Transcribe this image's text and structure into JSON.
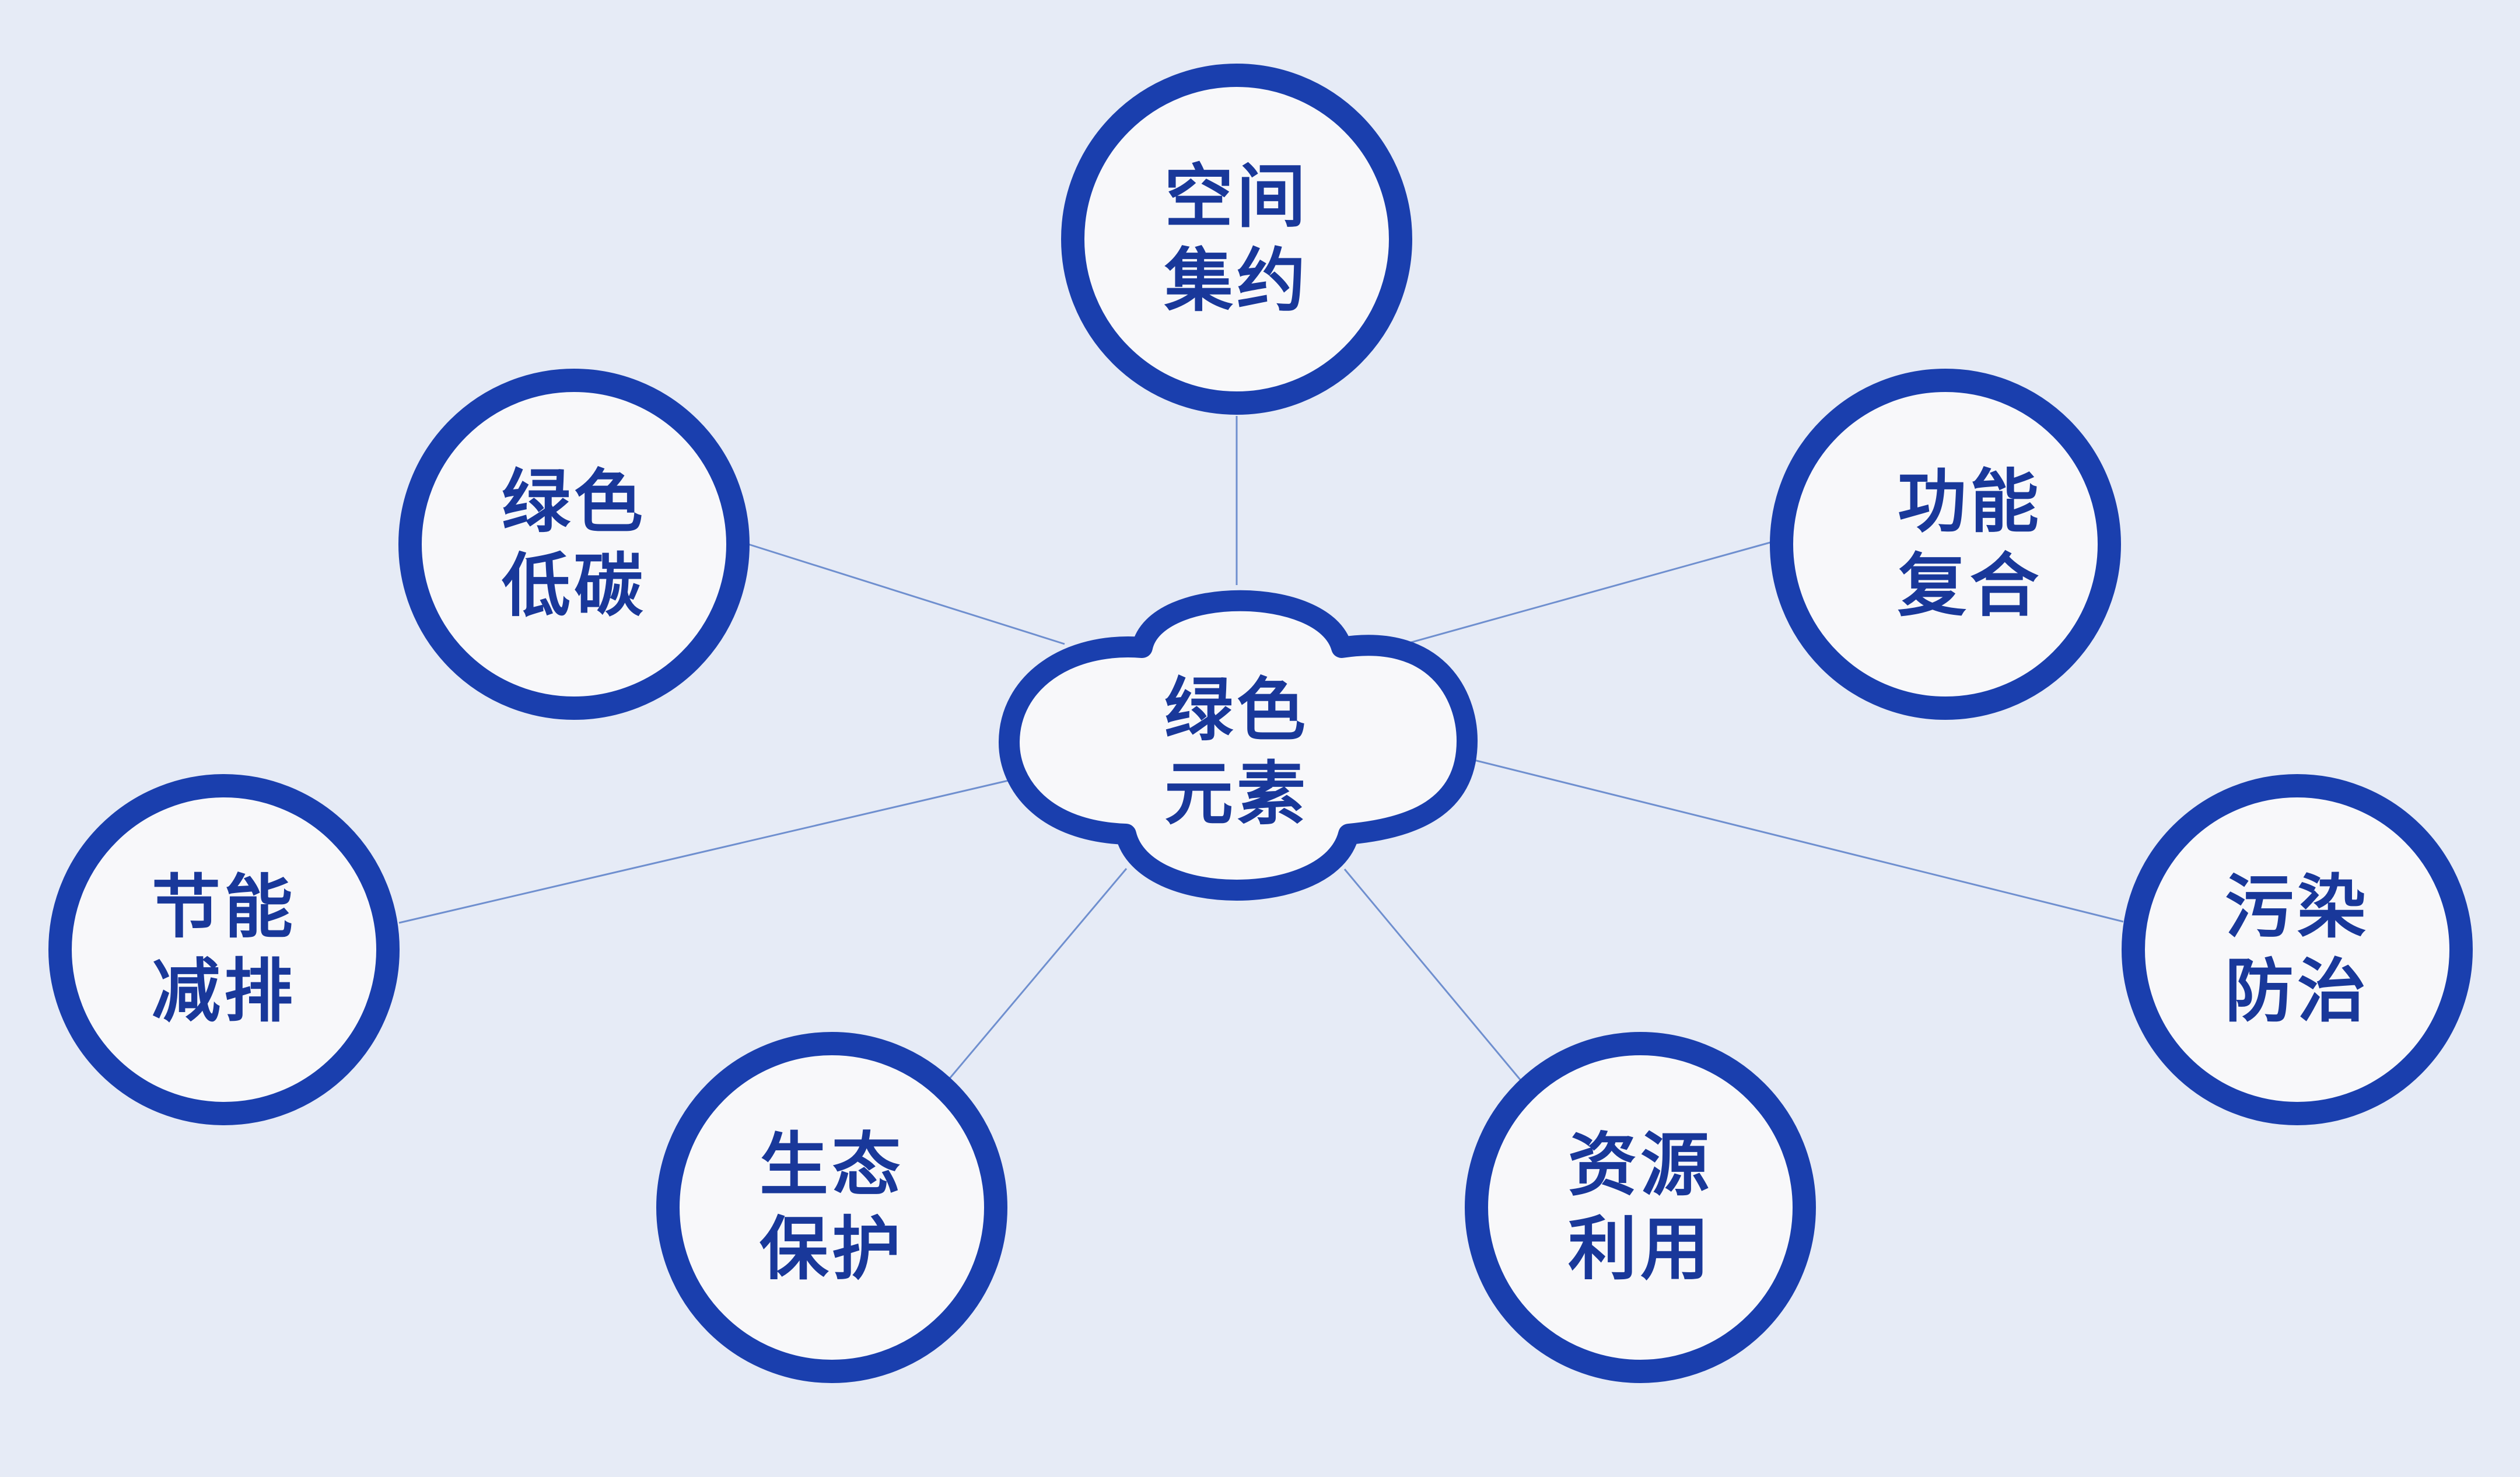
{
  "colors": {
    "background": "#e6ebf6",
    "node_ring": "#1a3fae",
    "node_fill": "#f8f8fa",
    "text": "#19389a",
    "connector": "#6f8fcf"
  },
  "center": {
    "shape": "cloud",
    "line1": "绿色",
    "line2": "元素"
  },
  "nodes": [
    {
      "id": "kongjian",
      "line1": "空间",
      "line2": "集约"
    },
    {
      "id": "lvse",
      "line1": "绿色",
      "line2": "低碳"
    },
    {
      "id": "gongneng",
      "line1": "功能",
      "line2": "复合"
    },
    {
      "id": "jieneng",
      "line1": "节能",
      "line2": "减排"
    },
    {
      "id": "wuran",
      "line1": "污染",
      "line2": "防治"
    },
    {
      "id": "shengtai",
      "line1": "生态",
      "line2": "保护"
    },
    {
      "id": "ziyuan",
      "line1": "资源",
      "line2": "利用"
    }
  ]
}
